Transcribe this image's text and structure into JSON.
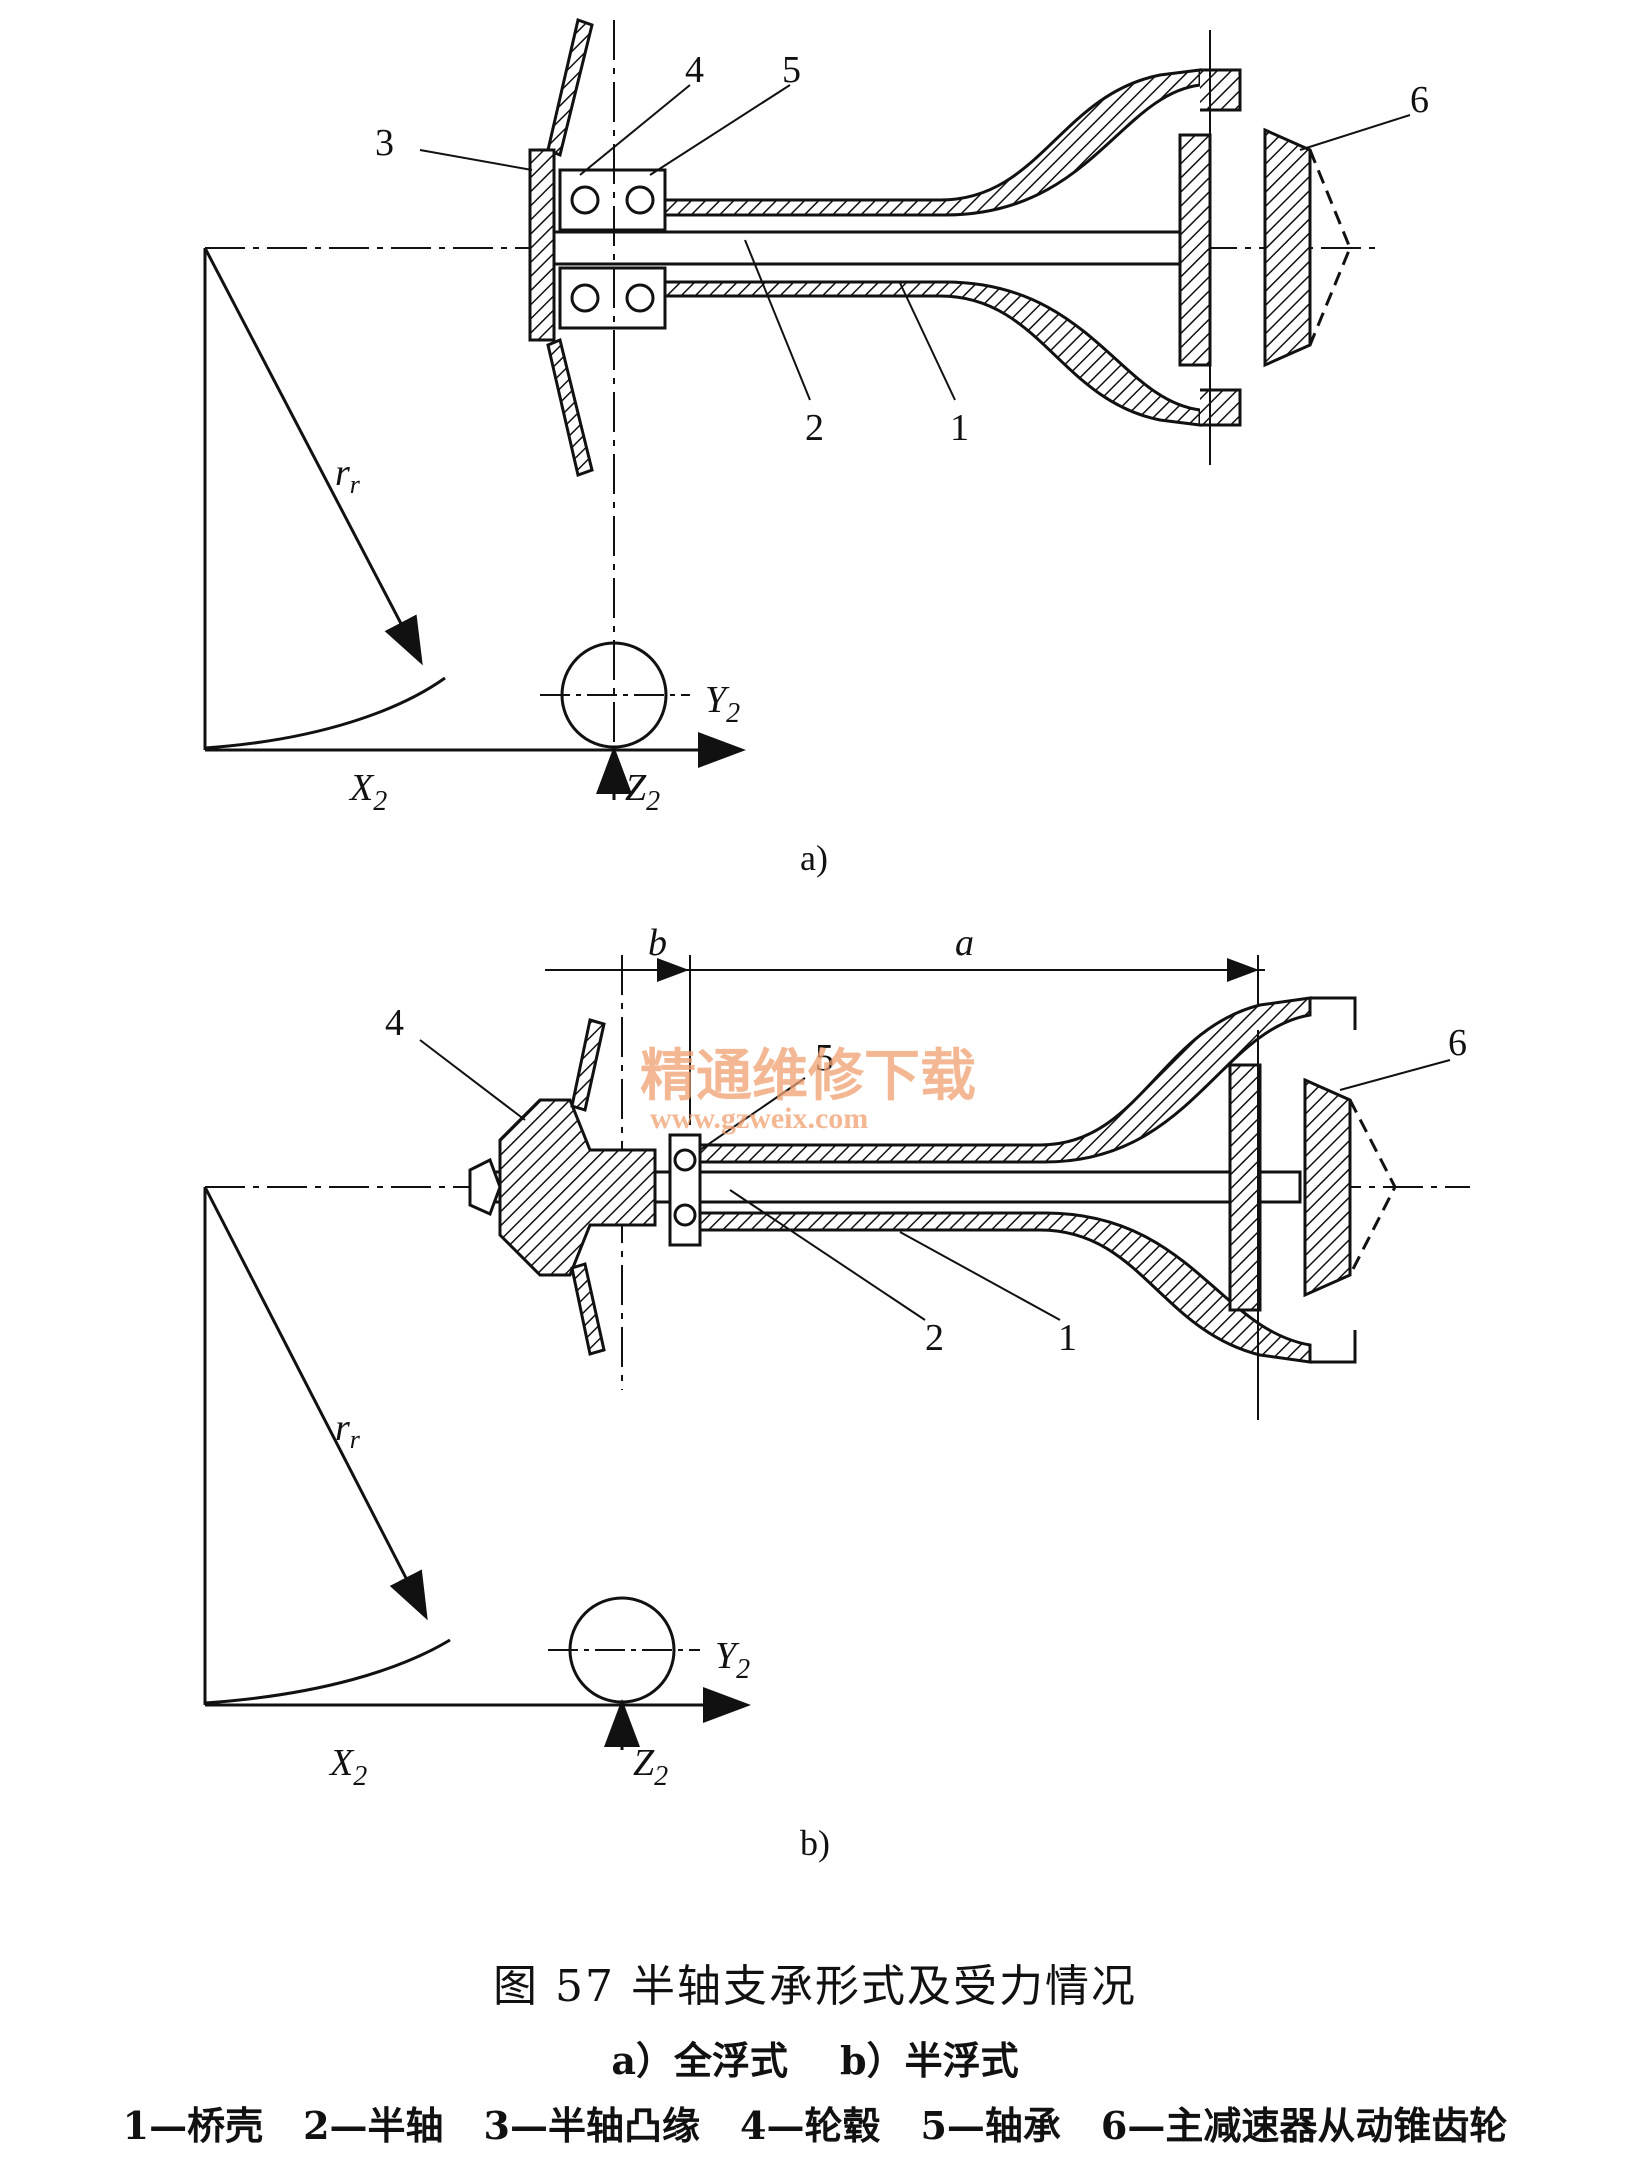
{
  "diagram": {
    "a": {
      "panel_label": "a)",
      "callouts": [
        "1",
        "2",
        "3",
        "4",
        "5",
        "6"
      ],
      "radius_label": "r",
      "radius_sub": "r",
      "force_x": "X",
      "force_x_sub": "2",
      "force_y": "Y",
      "force_y_sub": "2",
      "force_z": "Z",
      "force_z_sub": "2"
    },
    "b": {
      "panel_label": "b)",
      "callouts": [
        "1",
        "2",
        "4",
        "5",
        "6"
      ],
      "dim_a": "a",
      "dim_b": "b",
      "radius_label": "r",
      "radius_sub": "r",
      "force_x": "X",
      "force_x_sub": "2",
      "force_y": "Y",
      "force_y_sub": "2",
      "force_z": "Z",
      "force_z_sub": "2"
    }
  },
  "watermark": {
    "text_cn": "精通维修下载",
    "url": "www.gzweix.com",
    "color": "#f0a070"
  },
  "caption": {
    "title": "图 57  半轴支承形式及受力情况",
    "subtitle_a": "a）全浮式",
    "subtitle_b": "b）半浮式",
    "legend": [
      "1—桥壳",
      "2—半轴",
      "3—半轴凸缘",
      "4—轮毂",
      "5—轴承",
      "6—主减速器从动锥齿轮"
    ]
  }
}
